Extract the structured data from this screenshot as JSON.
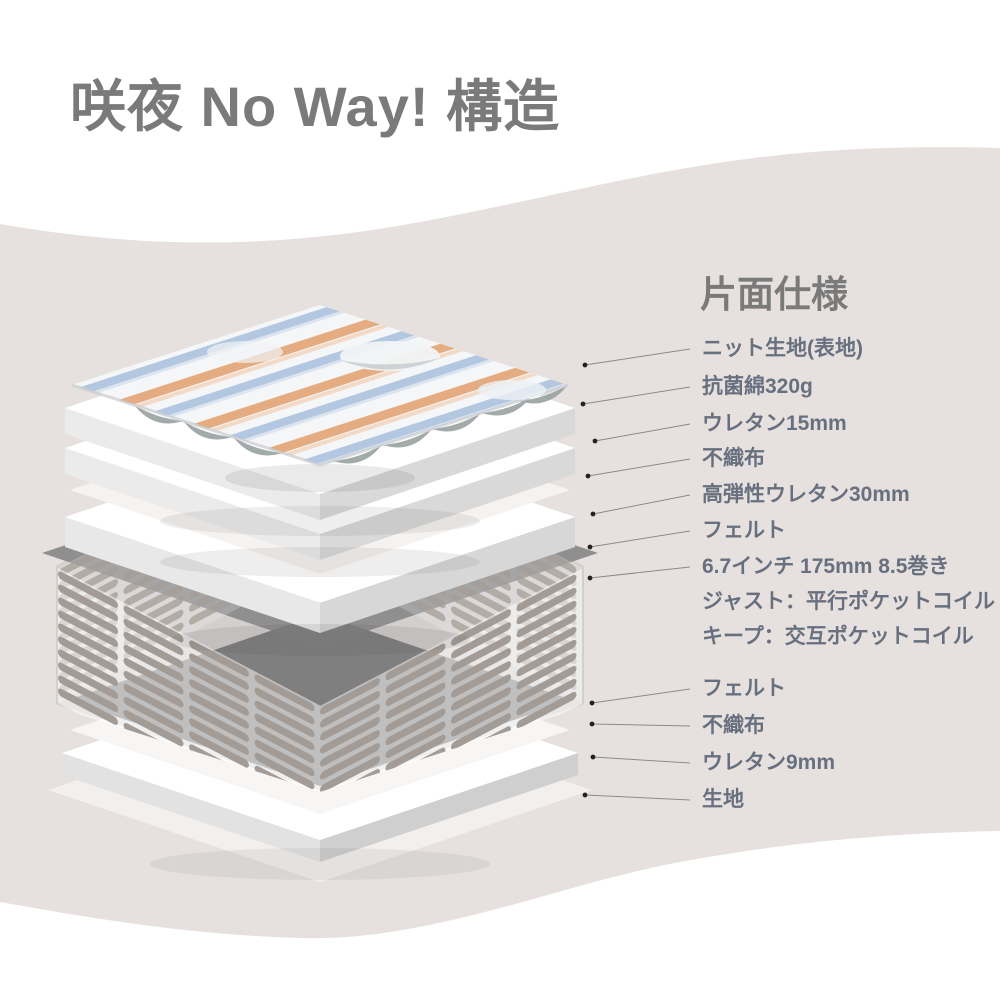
{
  "page": {
    "title": "咲夜 No Way! 構造"
  },
  "spec": {
    "heading": "片面仕様",
    "labels": [
      "ニット生地(表地)",
      "抗菌綿320g",
      "ウレタン15mm",
      "不織布",
      "高弾性ウレタン30mm",
      "フェルト",
      "6.7インチ 175mm 8.5巻き",
      "ジャスト：平行ポケットコイル",
      "キープ：交互ポケットコイル",
      "フェルト",
      "不織布",
      "ウレタン9mm",
      "生地"
    ]
  },
  "colors": {
    "background_wave": "#e6e1de",
    "title_text": "#7a7a7a",
    "label_text": "#68707f",
    "stripe_orange": "#e09a62",
    "stripe_blue": "#a7c0dc",
    "felt_gray": "#8f8f8f",
    "coil_bar": "#a39b96",
    "leader_line": "#8a8a8a"
  }
}
